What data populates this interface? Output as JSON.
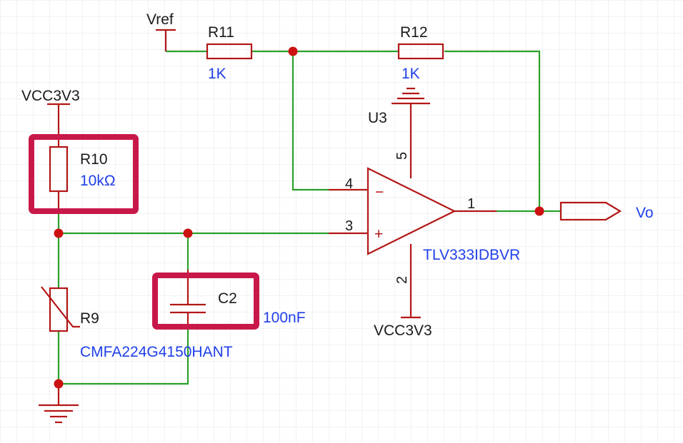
{
  "schematic": {
    "vref": "Vref",
    "vcc_top": "VCC3V3",
    "vcc_bottom": "VCC3V3",
    "vo": "Vo",
    "r11": {
      "ref": "R11",
      "value": "1K"
    },
    "r12": {
      "ref": "R12",
      "value": "1K"
    },
    "r10": {
      "ref": "R10",
      "value": "10kΩ"
    },
    "r9": {
      "ref": "R9",
      "value": "CMFA224G4150HANT"
    },
    "c2": {
      "ref": "C2",
      "value": "100nF"
    },
    "u3": {
      "ref": "U3",
      "value": "TLV333IDBVR"
    },
    "pins": {
      "p1": "1",
      "p2": "2",
      "p3": "3",
      "p4": "4",
      "p5": "5"
    },
    "opamp_symbols": {
      "minus": "−",
      "plus": "+"
    }
  },
  "colors": {
    "wire": "#2aa02a",
    "part": "#b31616",
    "highlight": "#c8184a",
    "label_blue": "#1f3fe8",
    "grid": "#e6e6e6"
  }
}
